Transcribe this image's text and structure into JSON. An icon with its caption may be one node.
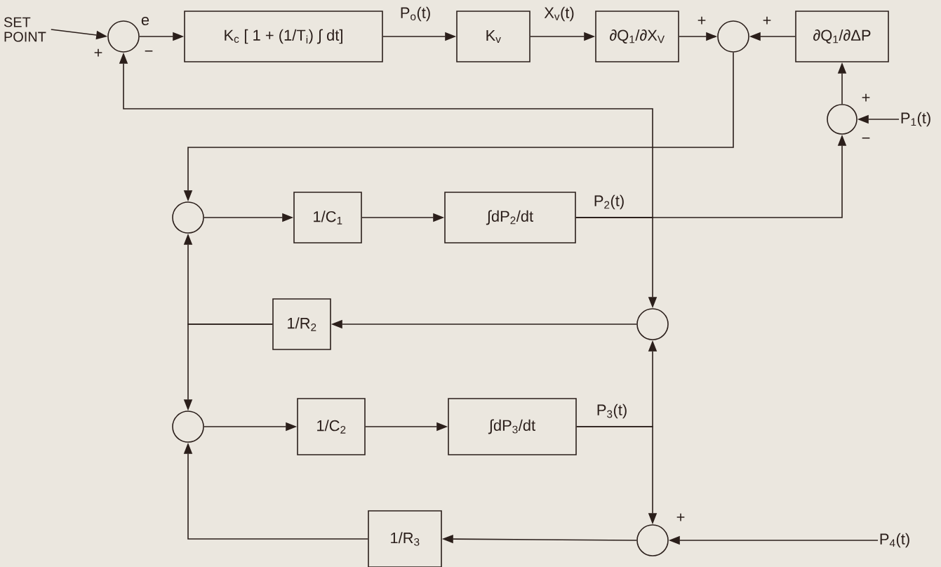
{
  "diagram": {
    "nodes": [
      {
        "text": [
          "SET POINT"
        ]
      },
      {
        "text": [],
        "shape": "circle"
      },
      {
        "text": [
          "K$_{c}$ [ 1 + (1/T$_{i}$) ∫ dt]"
        ]
      },
      {
        "text": [
          "K$_{v}$"
        ]
      },
      {
        "text": [
          "∂Q$_{1}$/∂X$_{V}$"
        ]
      },
      {
        "text": [],
        "shape": "circle"
      },
      {
        "text": [
          "∂Q$_{1}$/∂ΔP"
        ]
      },
      {
        "text": [],
        "shape": "circle"
      },
      {
        "text": [
          "P$_{1}$(t)"
        ]
      },
      {
        "text": [],
        "shape": "circle"
      },
      {
        "text": [
          "1/C$_{1}$"
        ]
      },
      {
        "text": [
          "∫dP$_{2}$/dt"
        ]
      },
      {
        "text": [],
        "shape": "circle"
      },
      {
        "text": [
          "1/R$_{2}$"
        ]
      },
      {
        "text": [],
        "shape": "circle"
      },
      {
        "text": [
          "1/C$_{2}$"
        ]
      },
      {
        "text": [
          "∫dP$_{3}$/dt"
        ]
      },
      {
        "text": [],
        "shape": "circle"
      },
      {
        "text": [
          "1/R$_{3}$"
        ]
      },
      {
        "text": [
          "P$_{4}$(t)"
        ]
      }
    ],
    "edges": [
      {
        "from": 0,
        "to": 1,
        "arrow": "to"
      },
      {
        "from": 1,
        "to": 2,
        "arrow": "to",
        "label": "e"
      },
      {
        "from": 2,
        "to": 3,
        "arrow": "to",
        "label": "P$_{o}$(t)"
      },
      {
        "from": 3,
        "to": 4,
        "arrow": "to",
        "label": "X$_{v}$(t)"
      },
      {
        "from": 4,
        "to": 5,
        "arrow": "to"
      },
      {
        "from": 6,
        "to": 5,
        "arrow": "to"
      },
      {
        "from": 7,
        "to": 6,
        "arrow": "to"
      },
      {
        "from": 8,
        "to": 7,
        "arrow": "to"
      },
      {
        "from": 5,
        "to": 9,
        "arrow": "to"
      },
      {
        "from": 11,
        "to": 1,
        "arrow": "to"
      },
      {
        "from": 11,
        "to": 12,
        "arrow": "to",
        "label": "P$_{2}$(t)"
      },
      {
        "from": 11,
        "to": 7,
        "arrow": "to"
      },
      {
        "from": 9,
        "to": 10,
        "arrow": "to"
      },
      {
        "from": 10,
        "to": 11,
        "arrow": "to"
      },
      {
        "from": 12,
        "to": 13,
        "arrow": "to"
      },
      {
        "from": 13,
        "to": 9,
        "arrow": "to"
      },
      {
        "from": 13,
        "to": 14,
        "arrow": "to"
      },
      {
        "from": 14,
        "to": 15,
        "arrow": "to"
      },
      {
        "from": 15,
        "to": 16,
        "arrow": "to"
      },
      {
        "from": 16,
        "to": 12,
        "arrow": "to",
        "label": "P$_{3}$(t)"
      },
      {
        "from": 16,
        "to": 17,
        "arrow": "to"
      },
      {
        "from": 19,
        "to": 17,
        "arrow": "to"
      },
      {
        "from": 17,
        "to": 18,
        "arrow": "to"
      },
      {
        "from": 18,
        "to": 14,
        "arrow": "to"
      }
    ],
    "labels": [
      "+",
      "−",
      "+",
      "+",
      "+",
      "−",
      "+"
    ]
  }
}
